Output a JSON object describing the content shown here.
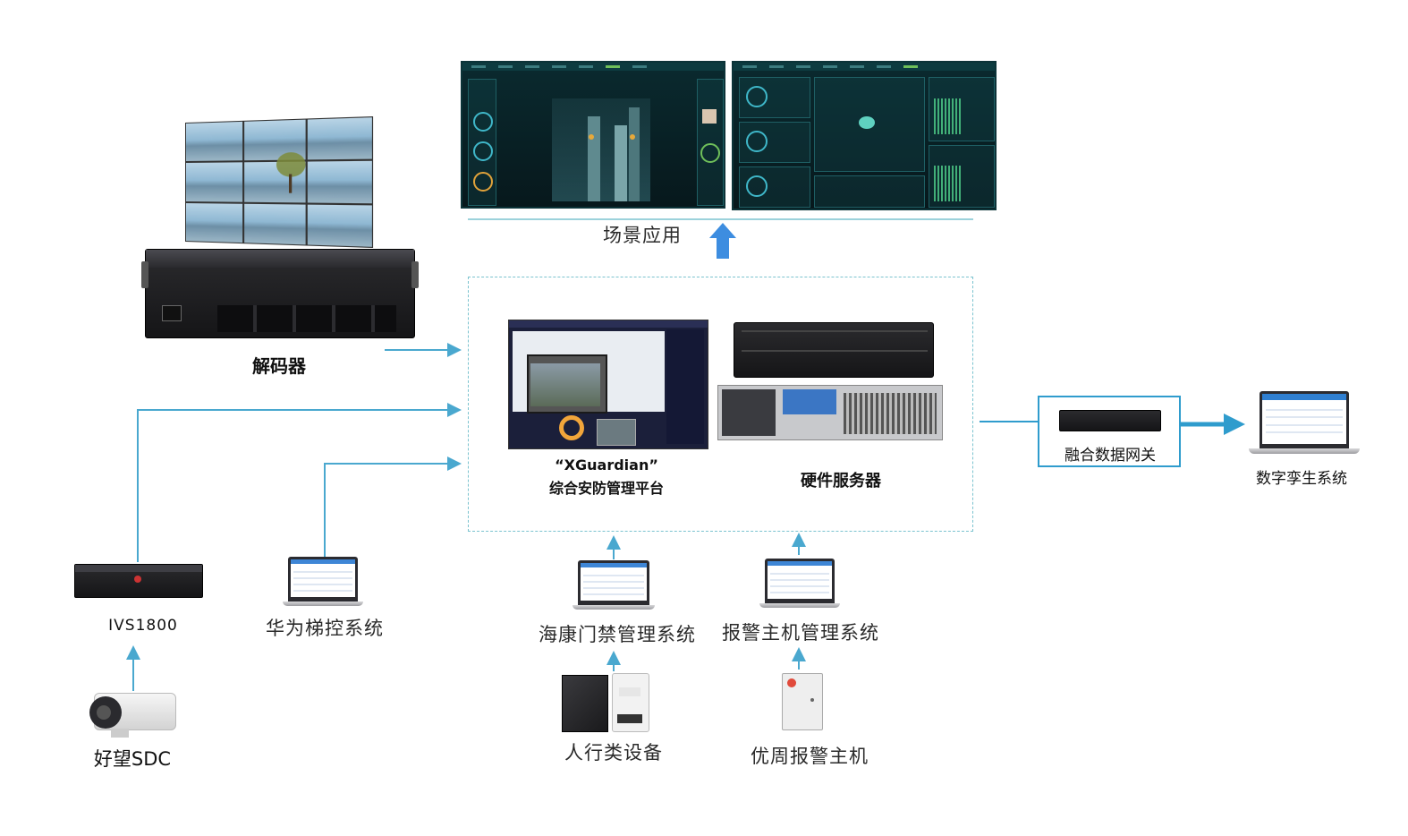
{
  "labels": {
    "scene_app": "场景应用",
    "decoder": "解码器",
    "platform_quote": "“XGuardian”",
    "platform_name": "综合安防管理平台",
    "hardware_server": "硬件服务器",
    "gateway": "融合数据网关",
    "digital_twin": "数字孪生系统",
    "ivs": "IVS1800",
    "elevator": "华为梯控系统",
    "access_control": "海康门禁管理系统",
    "alarm_mgmt": "报警主机管理系统",
    "pedestrian_device": "人行类设备",
    "alarm_host": "优周报警主机",
    "camera": "好望SDC"
  },
  "colors": {
    "arrow": "#4aa8cf",
    "big_arrow": "#3d8de0",
    "dashed_box": "#7bc3cf",
    "gateway_border": "#2f9ccd"
  }
}
